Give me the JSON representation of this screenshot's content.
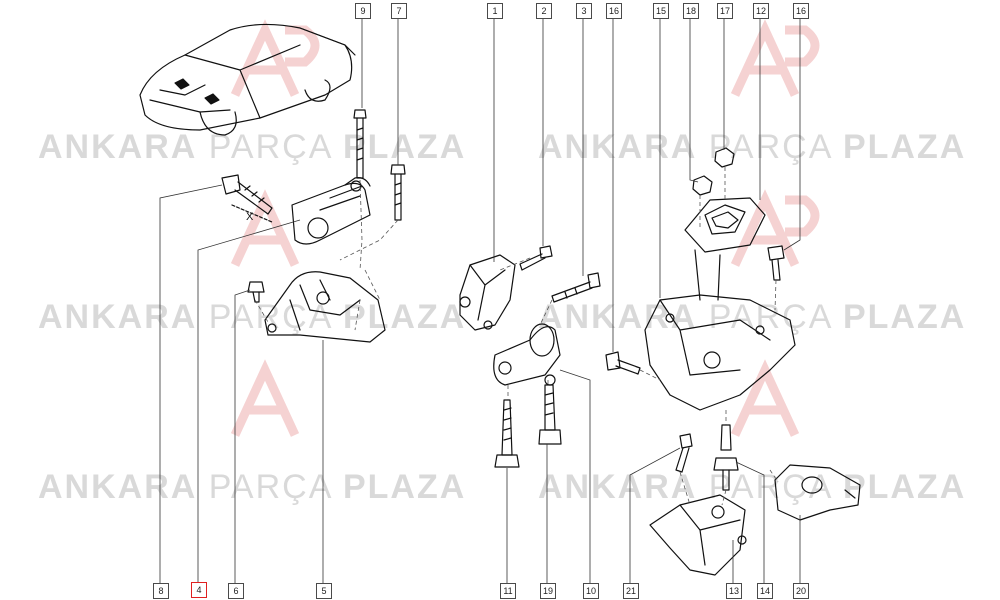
{
  "watermark": {
    "brand_bold_1": "ANKARA",
    "brand_light": "PARÇA",
    "brand_bold_2": "PLAZA",
    "logo_letters": "AP",
    "color": "#d9d9d9",
    "logo_color": "#f3c7c7"
  },
  "callouts": [
    {
      "label": "9"
    },
    {
      "label": "7"
    },
    {
      "label": "1"
    },
    {
      "label": "2"
    },
    {
      "label": "3"
    },
    {
      "label": "16"
    },
    {
      "label": "15"
    },
    {
      "label": "18"
    },
    {
      "label": "17"
    },
    {
      "label": "12"
    },
    {
      "label": "16"
    },
    {
      "label": "8"
    },
    {
      "label": "4",
      "highlighted": true
    },
    {
      "label": "6"
    },
    {
      "label": "5"
    },
    {
      "label": "11"
    },
    {
      "label": "19"
    },
    {
      "label": "10"
    },
    {
      "label": "21"
    },
    {
      "label": "13"
    },
    {
      "label": "14"
    },
    {
      "label": "20"
    }
  ],
  "dimension_label": "X",
  "highlight_color": "#e02020"
}
